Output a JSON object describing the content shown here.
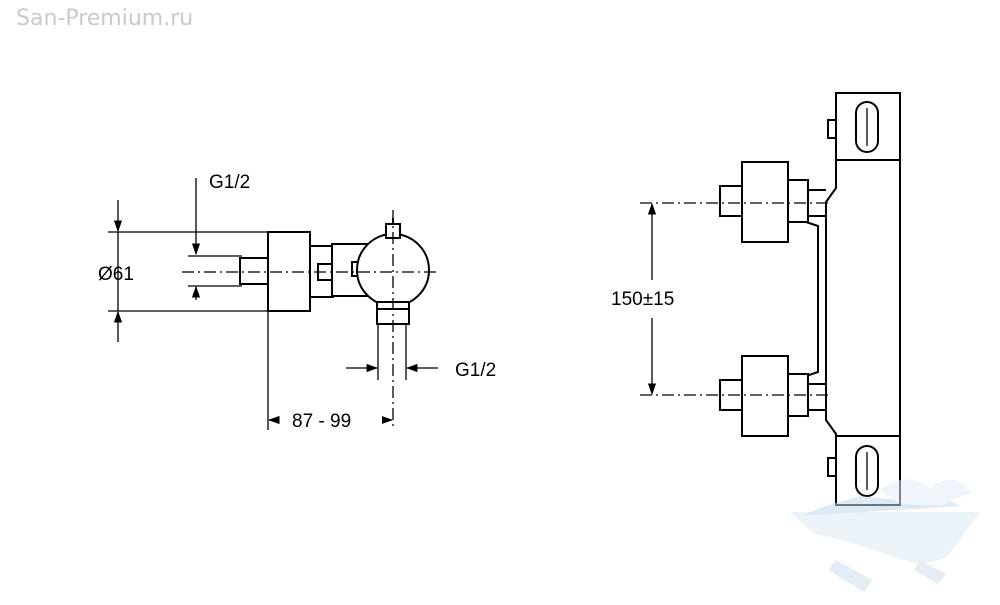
{
  "watermark": {
    "site": "San-Premium.ru",
    "logo_icon": "bathtub-logo-icon",
    "color": "#c9c9c9"
  },
  "side_view": {
    "inlet_thread_label": "G1/2",
    "diameter_label": "Ø61",
    "outlet_thread_label": "G1/2",
    "depth_label": "87 - 99"
  },
  "front_view": {
    "spacing_label": "150±15"
  }
}
